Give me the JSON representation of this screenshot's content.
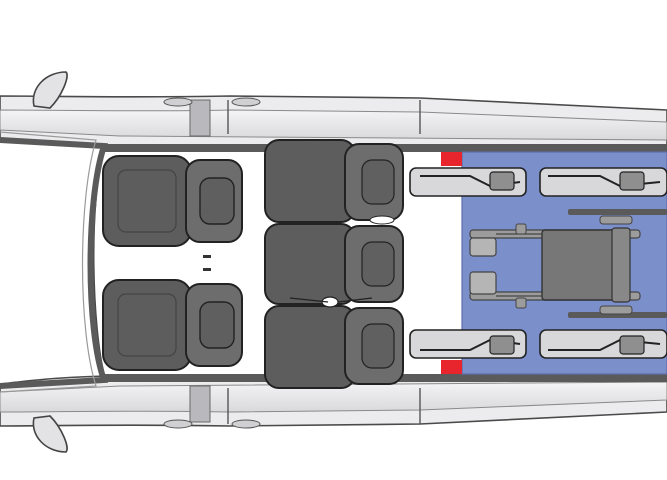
{
  "diagram": {
    "subject": "",
    "colors": {
      "background": "#ffffff",
      "body_outline": "#4a4a4a",
      "body_panel": "#e6e6e8",
      "body_panel_dark": "#b9b9bd",
      "interior_floor": "#ffffff",
      "seat_dark": "#5d5d5d",
      "seat_mid": "#6d6d6d",
      "seat_outline": "#222222",
      "wheelchair_area": "#7b8fcb",
      "wheelchair_area_border": "#5d6ea8",
      "track_rail": "#5a5a5a",
      "restraint_marker": "#e8242c",
      "tie_down": "#8f8f8f",
      "wheelchair_frame": "#9c9c9c",
      "wheelchair_seat": "#777777"
    },
    "components": [
      {
        "id": "mirror-top",
        "icon": "side-mirror"
      },
      {
        "id": "mirror-bottom",
        "icon": "side-mirror"
      },
      {
        "id": "front-seat-driver",
        "icon": "bucket-seat"
      },
      {
        "id": "front-seat-passenger",
        "icon": "bucket-seat"
      },
      {
        "id": "rear-bench",
        "icon": "three-seat-bench"
      },
      {
        "id": "wheelchair-zone",
        "icon": "wheelchair-securement-area"
      },
      {
        "id": "tie-down-straps",
        "icon": "tie-down-strap",
        "count": 4
      },
      {
        "id": "restraint-markers",
        "icon": "red-marker",
        "count": 2
      },
      {
        "id": "wheelchair",
        "icon": "wheelchair"
      }
    ]
  }
}
